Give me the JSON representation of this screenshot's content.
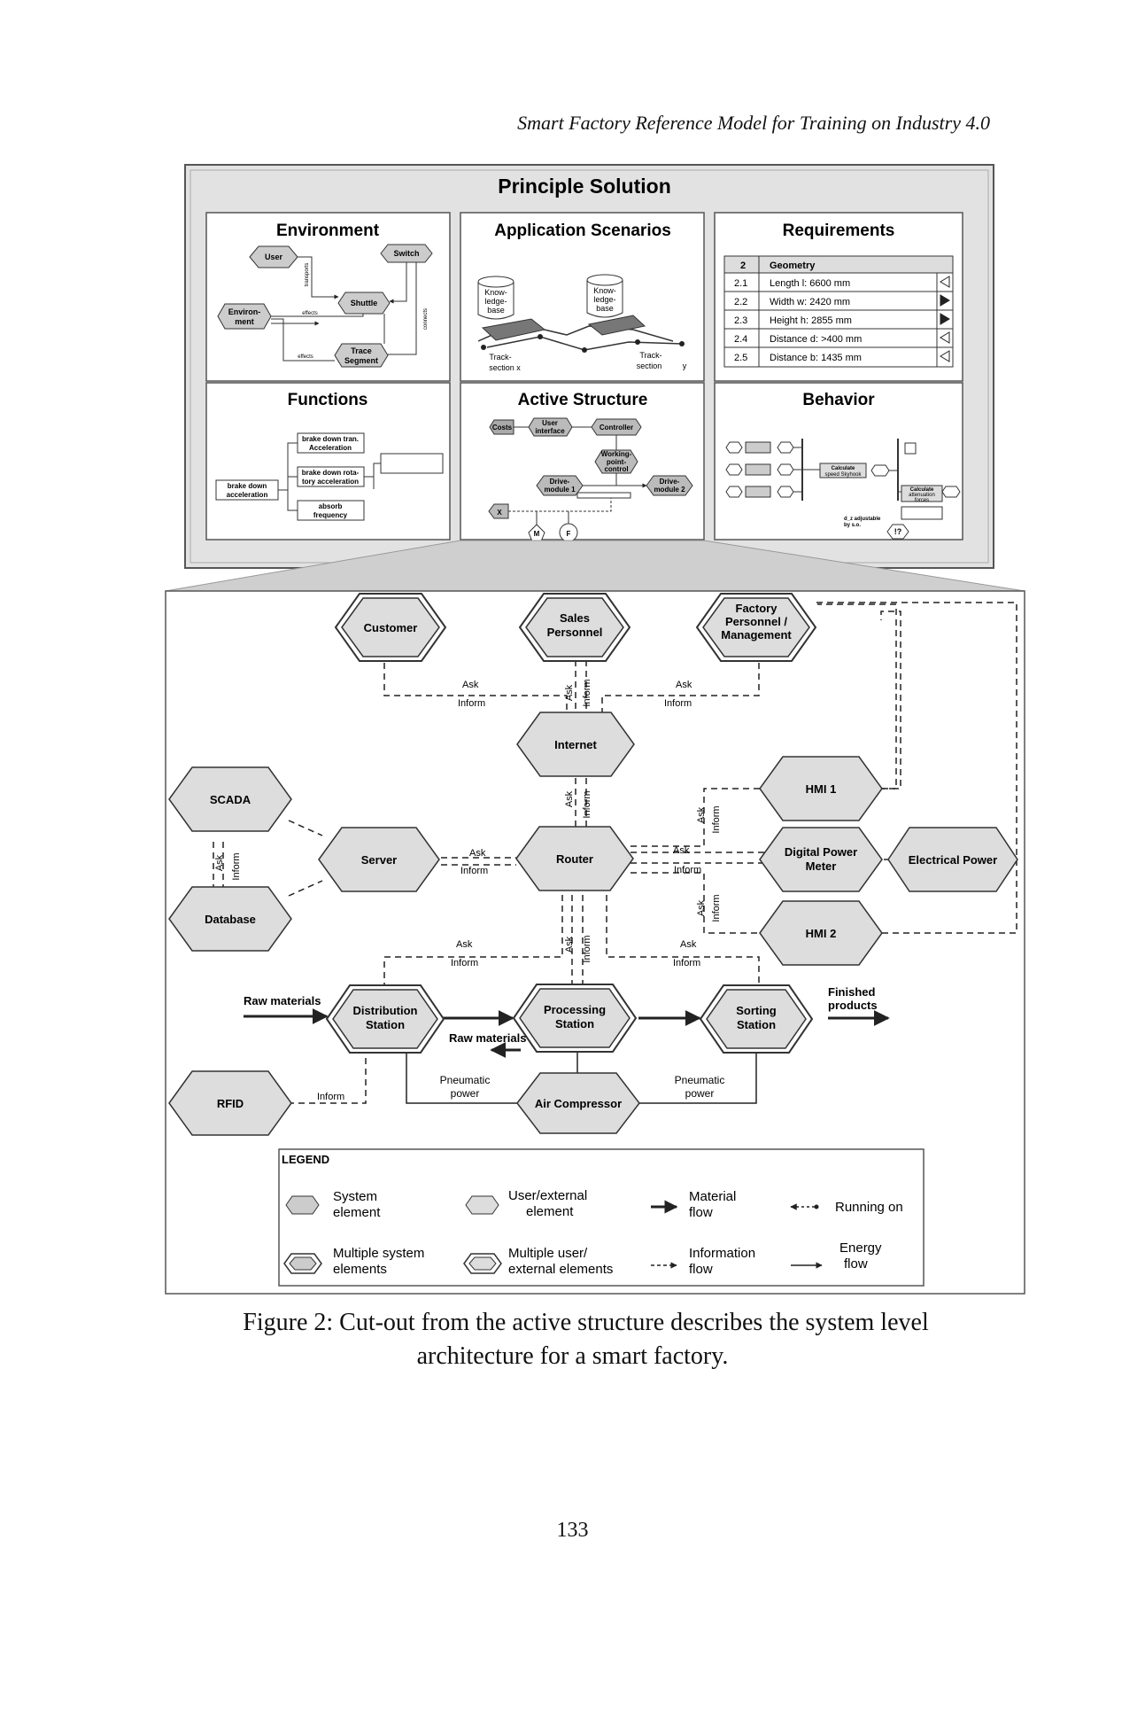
{
  "header": {
    "running_title": "Smart Factory Reference Model for Training on Industry 4.0"
  },
  "principle": {
    "title": "Principle Solution",
    "panels": {
      "environment": "Environment",
      "application": "Application Scenarios",
      "requirements": "Requirements",
      "functions": "Functions",
      "active": "Active Structure",
      "behavior": "Behavior"
    },
    "env": {
      "user": "User",
      "switch": "Switch",
      "shuttle": "Shuttle",
      "environment_1": "Environ-",
      "environment_2": "ment",
      "trace_1": "Trace",
      "trace_2": "Segment",
      "effects": "effects",
      "transports": "transports",
      "connects": "connects"
    },
    "app": {
      "kb_1": "Know-",
      "kb_2": "ledge-",
      "kb_3": "base",
      "track_x_1": "Track-",
      "track_x_2": "section x",
      "track_y_1": "Track-",
      "track_y_2": "section",
      "track_y_3": "y"
    },
    "requirements": {
      "header_num": "2",
      "header_label": "Geometry",
      "rows": [
        {
          "num": "2.1",
          "label": "Length l: 6600 mm"
        },
        {
          "num": "2.2",
          "label": "Width w: 2420 mm"
        },
        {
          "num": "2.3",
          "label": "Height h: 2855 mm"
        },
        {
          "num": "2.4",
          "label": "Distance d: >400 mm"
        },
        {
          "num": "2.5",
          "label": "Distance b: 1435 mm"
        }
      ]
    },
    "functions": {
      "root_1": "brake down",
      "root_2": "acceleration",
      "f1_1": "brake down tran.",
      "f1_2": "Acceleration",
      "f2_1": "brake down rota-",
      "f2_2": "tory acceleration",
      "f3_1": "absorb",
      "f3_2": "frequency"
    },
    "active": {
      "costs": "Costs",
      "ui_1": "User",
      "ui_2": "interface",
      "controller": "Controller",
      "wp_1": "Working-",
      "wp_2": "point-",
      "wp_3": "control",
      "dm1_1": "Drive-",
      "dm1_2": "module 1",
      "dm2_1": "Drive-",
      "dm2_2": "module 2",
      "x": "X",
      "m": "M",
      "f": "F"
    },
    "behavior": {
      "calc_1": "Calculate",
      "calc_2": "speed Skyhook",
      "calc2_1": "Calculate",
      "calc2_2": "attenuation",
      "calc2_3": "forces",
      "note_1": "d_z adjustable",
      "note_2": "by s.o.",
      "q": "!?"
    }
  },
  "diagram": {
    "nodes": {
      "customer": "Customer",
      "sales_1": "Sales",
      "sales_2": "Personnel",
      "factory_1": "Factory",
      "factory_2": "Personnel /",
      "factory_3": "Management",
      "internet": "Internet",
      "scada": "SCADA",
      "server": "Server",
      "router": "Router",
      "database": "Database",
      "hmi1": "HMI 1",
      "dpm_1": "Digital Power",
      "dpm_2": "Meter",
      "electrical": "Electrical Power",
      "hmi2": "HMI 2",
      "dist_1": "Distribution",
      "dist_2": "Station",
      "proc_1": "Processing",
      "proc_2": "Station",
      "sort_1": "Sorting",
      "sort_2": "Station",
      "rfid": "RFID",
      "air": "Air Compressor"
    },
    "labels": {
      "ask": "Ask",
      "inform": "Inform",
      "raw_materials": "Raw materials",
      "finished_1": "Finished",
      "finished_2": "products",
      "pneumatic_1": "Pneumatic",
      "pneumatic_2": "power"
    },
    "legend": {
      "title": "LEGEND",
      "system_1": "System",
      "system_2": "element",
      "user_1": "User/external",
      "user_2": "element",
      "material_1": "Material",
      "material_2": "flow",
      "running": "Running on",
      "multi_sys_1": "Multiple system",
      "multi_sys_2": "elements",
      "multi_user_1": "Multiple user/",
      "multi_user_2": "external elements",
      "info_1": "Information",
      "info_2": "flow",
      "energy_1": "Energy",
      "energy_2": "flow"
    }
  },
  "caption": {
    "line1": "Figure 2: Cut-out from the active structure describes the system level",
    "line2": "architecture for a smart factory."
  },
  "page_number": "133"
}
